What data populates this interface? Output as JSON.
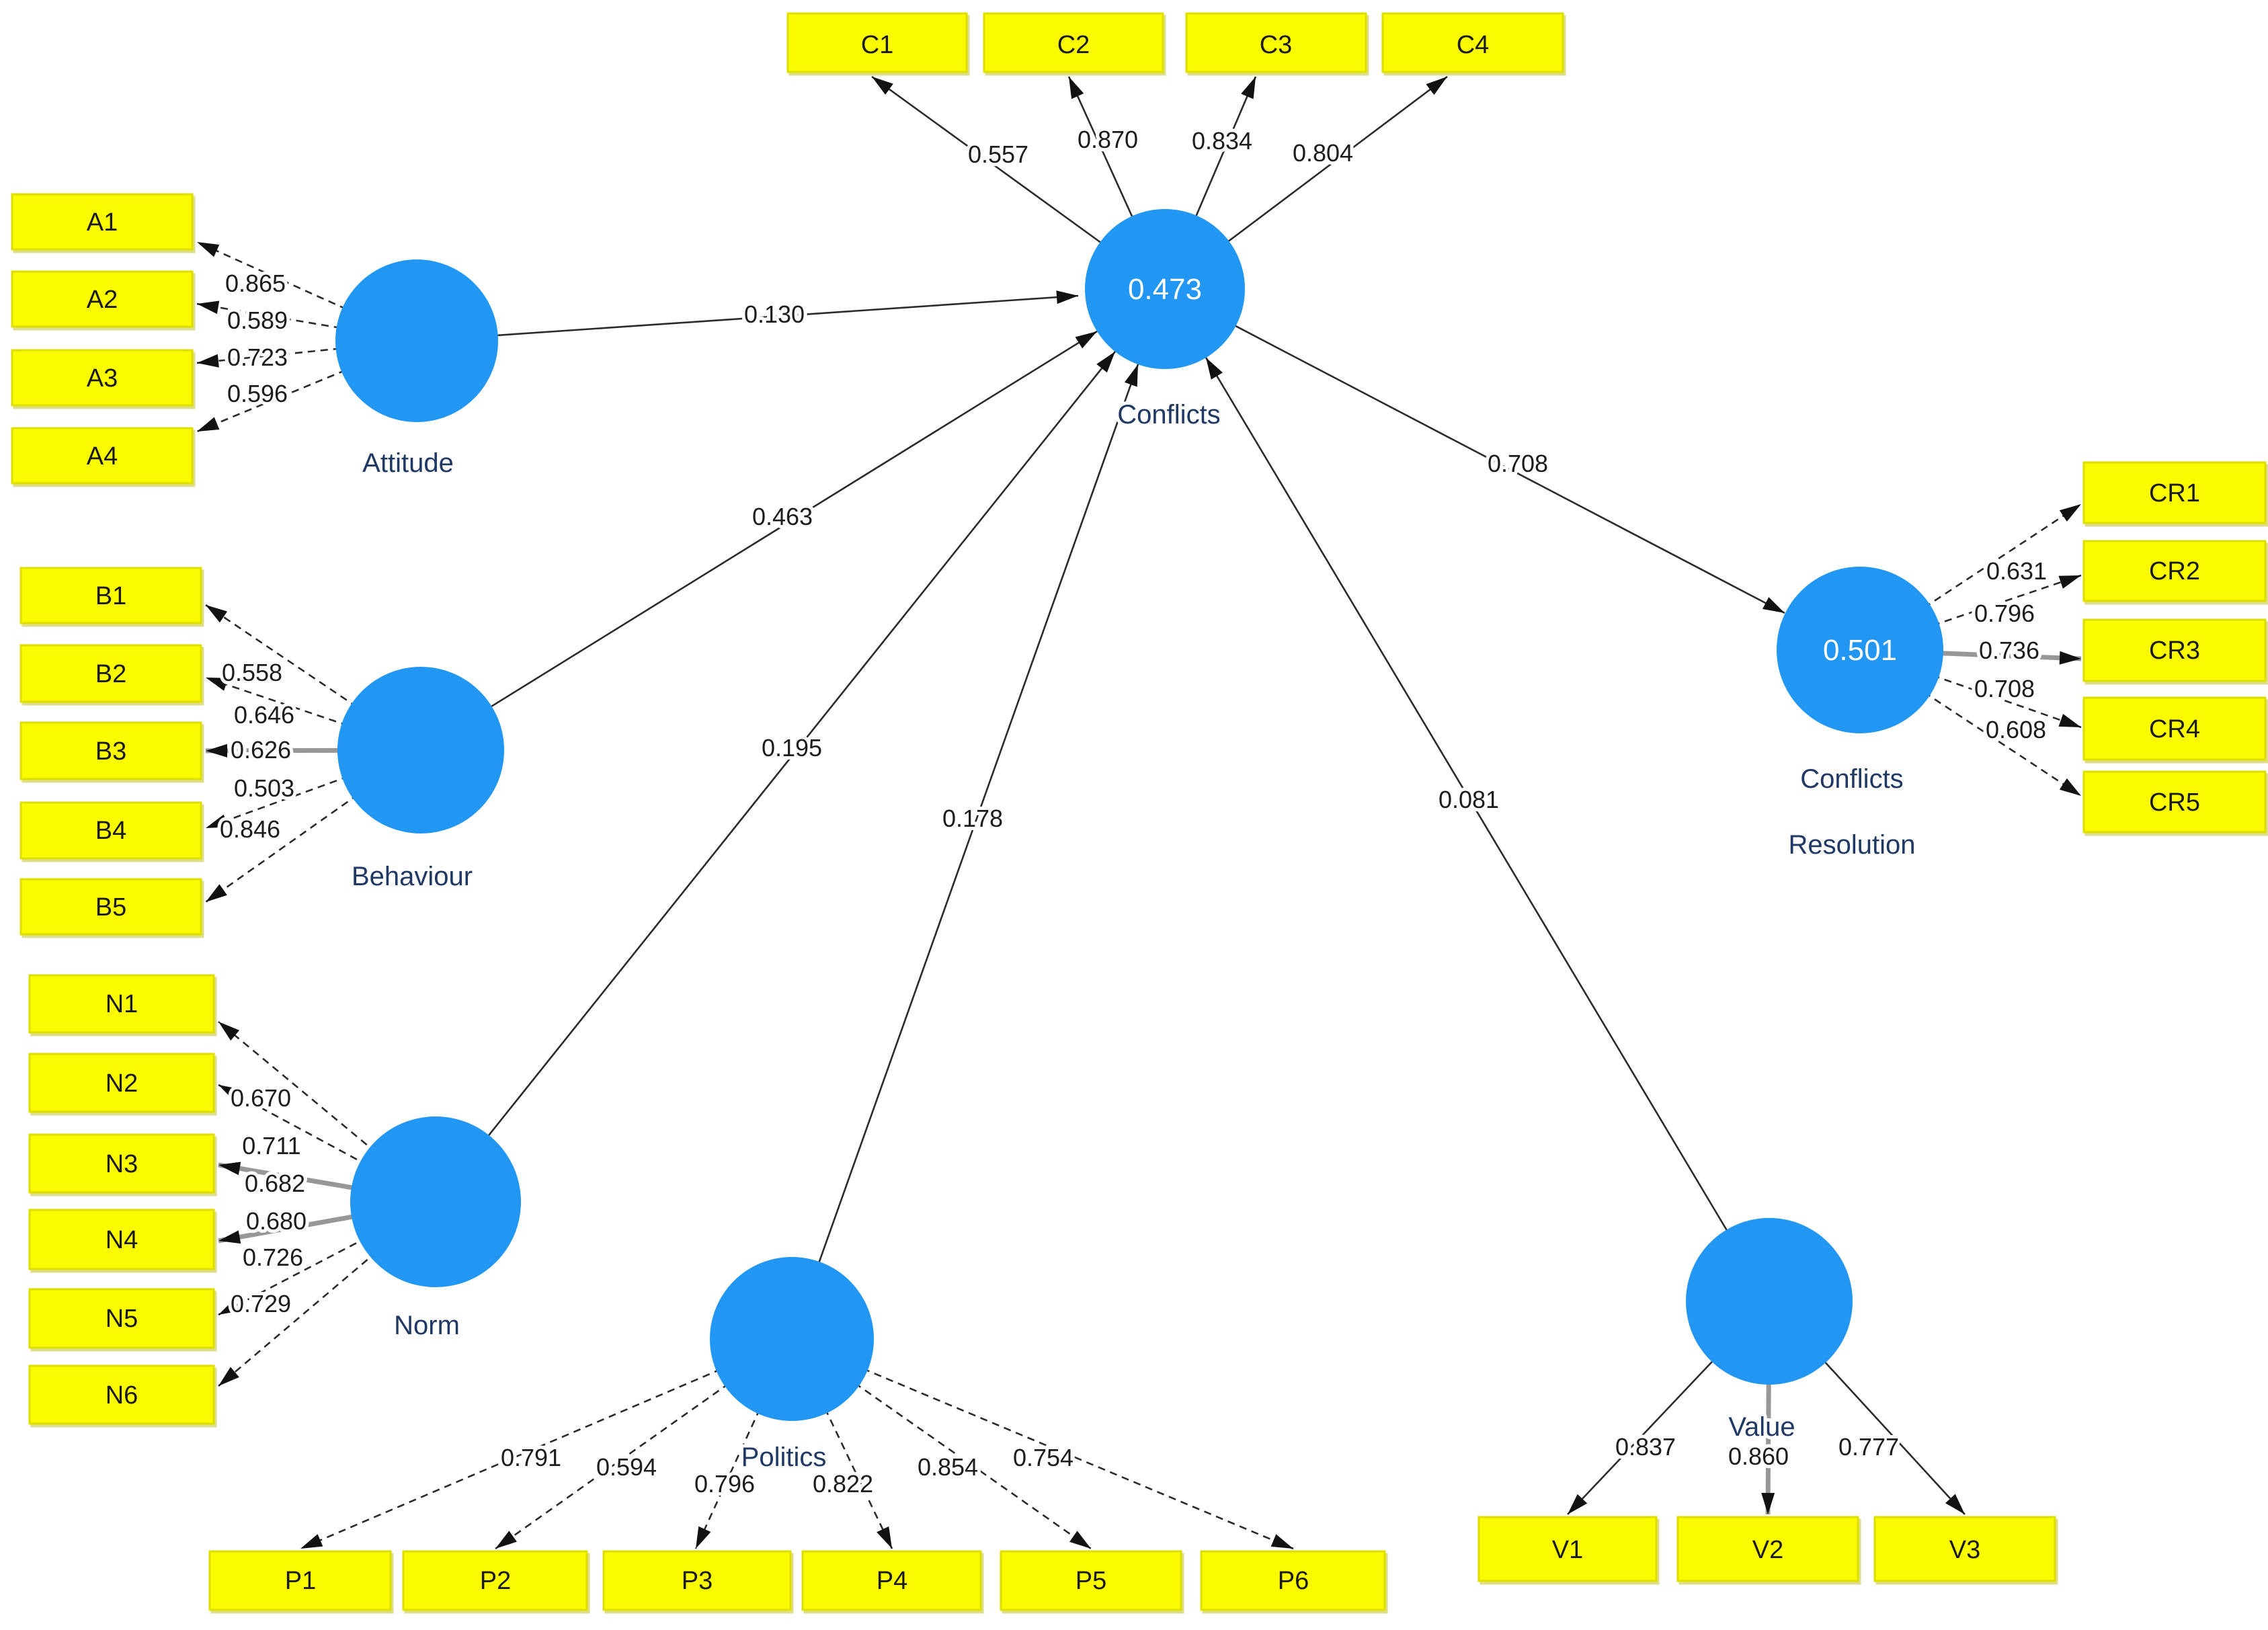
{
  "model": {
    "constructs": {
      "attitude": {
        "name": "Attitude"
      },
      "behaviour": {
        "name": "Behaviour"
      },
      "norm": {
        "name": "Norm"
      },
      "politics": {
        "name": "Politics"
      },
      "value": {
        "name": "Value"
      },
      "conflicts": {
        "name": "Conflicts",
        "r2": "0.473"
      },
      "conflicts_resolution": {
        "name_line1": "Conflicts",
        "name_line2": "Resolution",
        "r2": "0.501"
      }
    },
    "indicators": {
      "C": [
        {
          "id": "C1",
          "loading": "0.557"
        },
        {
          "id": "C2",
          "loading": "0.870"
        },
        {
          "id": "C3",
          "loading": "0.834"
        },
        {
          "id": "C4",
          "loading": "0.804"
        }
      ],
      "A": [
        {
          "id": "A1",
          "loading": "0.865"
        },
        {
          "id": "A2",
          "loading": "0.589"
        },
        {
          "id": "A3",
          "loading": "0.723"
        },
        {
          "id": "A4",
          "loading": "0.596"
        }
      ],
      "B": [
        {
          "id": "B1",
          "loading": "0.558"
        },
        {
          "id": "B2",
          "loading": "0.646"
        },
        {
          "id": "B3",
          "loading": "0.626"
        },
        {
          "id": "B4",
          "loading": "0.503"
        },
        {
          "id": "B5",
          "loading": "0.846"
        }
      ],
      "N": [
        {
          "id": "N1",
          "loading": "0.670"
        },
        {
          "id": "N2",
          "loading": "0.711"
        },
        {
          "id": "N3",
          "loading": "0.682"
        },
        {
          "id": "N4",
          "loading": "0.680"
        },
        {
          "id": "N5",
          "loading": "0.726"
        },
        {
          "id": "N6",
          "loading": "0.729"
        }
      ],
      "P": [
        {
          "id": "P1",
          "loading": "0.791"
        },
        {
          "id": "P2",
          "loading": "0.594"
        },
        {
          "id": "P3",
          "loading": "0.796"
        },
        {
          "id": "P4",
          "loading": "0.822"
        },
        {
          "id": "P5",
          "loading": "0.854"
        },
        {
          "id": "P6",
          "loading": "0.754"
        }
      ],
      "V": [
        {
          "id": "V1",
          "loading": "0.837"
        },
        {
          "id": "V2",
          "loading": "0.860"
        },
        {
          "id": "V3",
          "loading": "0.777"
        }
      ],
      "CR": [
        {
          "id": "CR1",
          "loading": "0.631"
        },
        {
          "id": "CR2",
          "loading": "0.796"
        },
        {
          "id": "CR3",
          "loading": "0.736"
        },
        {
          "id": "CR4",
          "loading": "0.708"
        },
        {
          "id": "CR5",
          "loading": "0.608"
        }
      ]
    },
    "paths": {
      "attitude_to_conflicts": "0.130",
      "behaviour_to_conflicts": "0.463",
      "norm_to_conflicts": "0.195",
      "politics_to_conflicts": "0.178",
      "value_to_conflicts": "0.081",
      "conflicts_to_conflicts_resolution": "0.708"
    },
    "colors": {
      "construct_fill": "#2196f3",
      "indicator_fill": "#fbfb00",
      "indicator_border": "#dede00",
      "construct_label": "#1f3864",
      "r2_text": "#ffffff",
      "label_text": "#1c1c1c",
      "arrow": "#2b2b2b",
      "axis_aligned_arrow": "#979797"
    }
  }
}
